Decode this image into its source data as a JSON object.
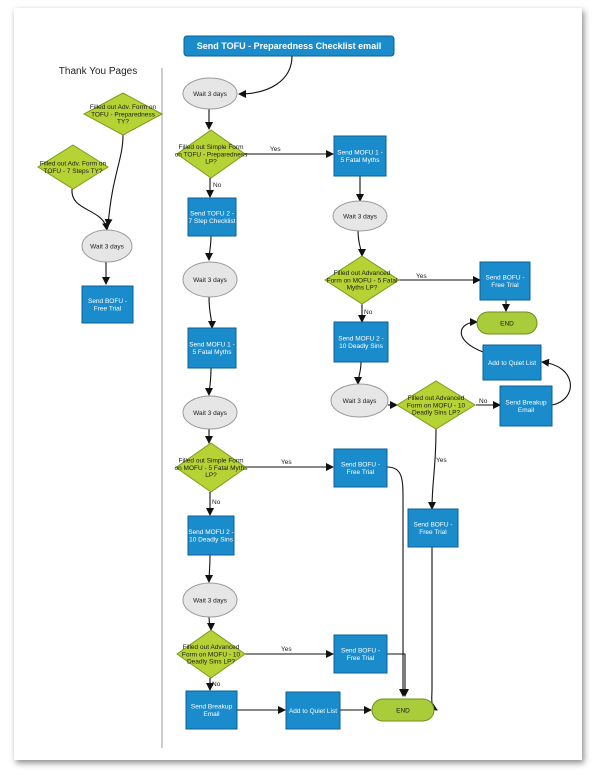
{
  "diagram": {
    "title": "Send TOFU - Preparedness Checklist email",
    "side_heading": "Thank You Pages",
    "side": {
      "d_adv": "Filled out Adv. Form on|TOFU - Preparedness|TY?",
      "d_7steps": "Filled out Adv. Form on|TOFU - 7 Steps TY?",
      "wait": "Wait 3 days",
      "bofu": "Send BOFU -|Free Trial"
    },
    "main": {
      "wait1": "Wait 3 days",
      "d1": "Filled out Simple Form|on TOFU - Preparedness|LP?",
      "mofu_myths_right": "Send MOFU 1 -|5 Fatal Myths",
      "tofu2": "Send TOFU 2 -|7 Step Checklist",
      "wait_r1": "Wait 3 days",
      "d_r1": "Filled out Advanced|Form on MOFU - 5 Fatal|Myths LP?",
      "bofu_r1": "Send BOFU -|Free Trial",
      "end_r": "END",
      "quiet_r": "Add to Quiet List",
      "wait2": "Wait 3 days",
      "mofu2_right": "Send MOFU 2 -|10 Deadly Sins",
      "wait_r2": "Wait 3 days",
      "d_r2": "Filled out Advanced|Form on MOFU - 10|Deadly Sins LP?",
      "breakup_r": "Send Breakup|Email",
      "mofu1_left": "Send MOFU 1 -|5 Fatal Myths",
      "wait3": "Wait 3 days",
      "d2": "Filled out Simple Form|on MOFU - 5 Fatal Myths|LP?",
      "bofu_m1": "Send BOFU -|Free Trial",
      "bofu_r2": "Send BOFU -|Free Trial",
      "mofu2_left": "Send MOFU 2 -|10 Deadly Sins",
      "wait4": "Wait 3 days",
      "d3": "Filled out Advanced|Form on MOFU - 10|Deadly Sins LP?",
      "bofu_m2": "Send BOFU -|Free Trial",
      "breakup_l": "Send Breakup|Email",
      "quiet_l": "Add to Quiet List",
      "end_l": "END"
    },
    "edge_labels": {
      "yes": "Yes",
      "no": "No"
    },
    "colors": {
      "process": "#1a8ccc",
      "decision": "#b5d334",
      "terminator": "#a8cc3a",
      "wait": "#e6e6e6",
      "title_bar": "#1a8ccc"
    }
  }
}
